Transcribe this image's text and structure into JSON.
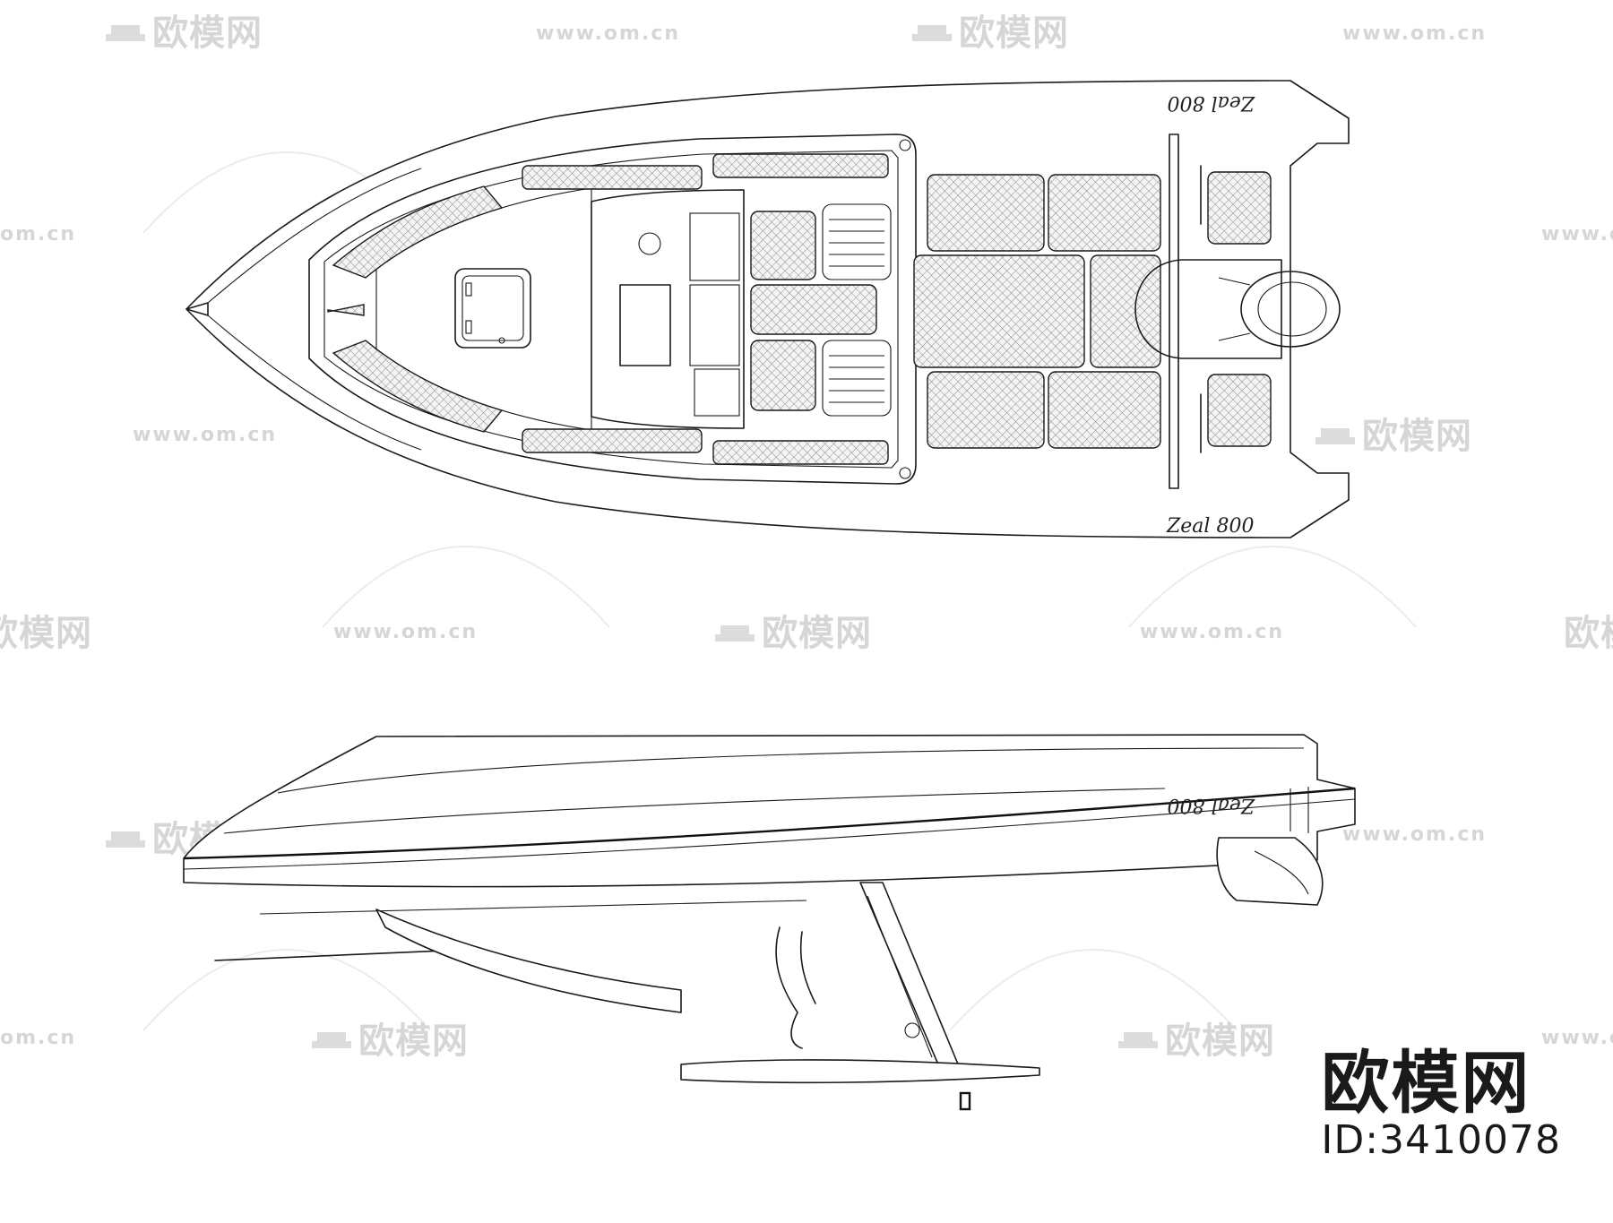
{
  "watermark": {
    "brand": "欧模网",
    "url": "www.om.cn",
    "url_short": "om.cn",
    "color": "#d6d6d6"
  },
  "drawing": {
    "hull_name_top": "Zeal 800",
    "hull_name_bottom": "Zeal 800",
    "hull_name_side": "Zeal 800",
    "line_color": "#1a1a1a"
  },
  "corner_logo": {
    "brand": "欧模网",
    "asset_id": "ID:3410078"
  }
}
